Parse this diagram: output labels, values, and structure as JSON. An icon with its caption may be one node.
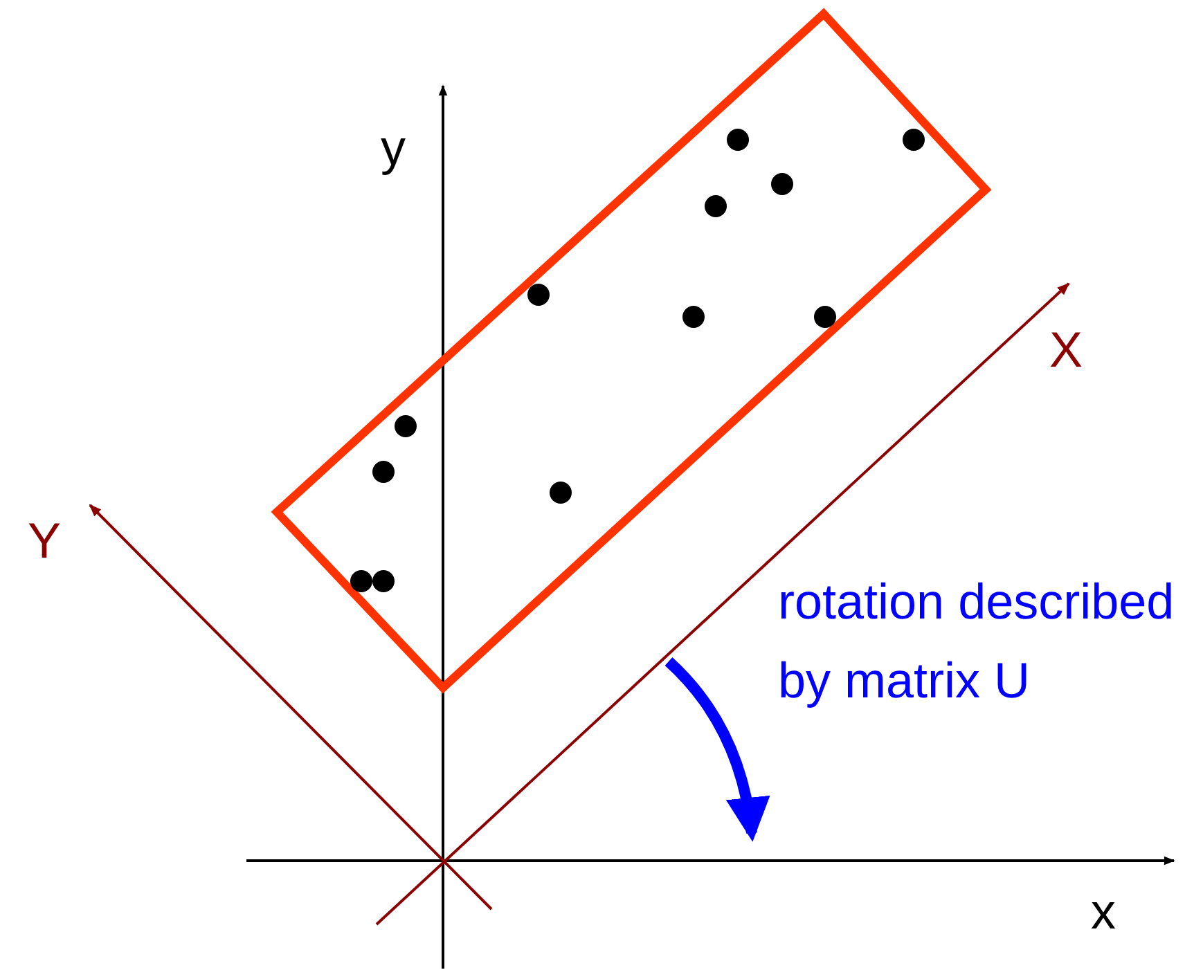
{
  "diagram": {
    "labels": [
      "y",
      "X",
      "Y",
      "rotation described by matrix U",
      "x"
    ]
  }
}
